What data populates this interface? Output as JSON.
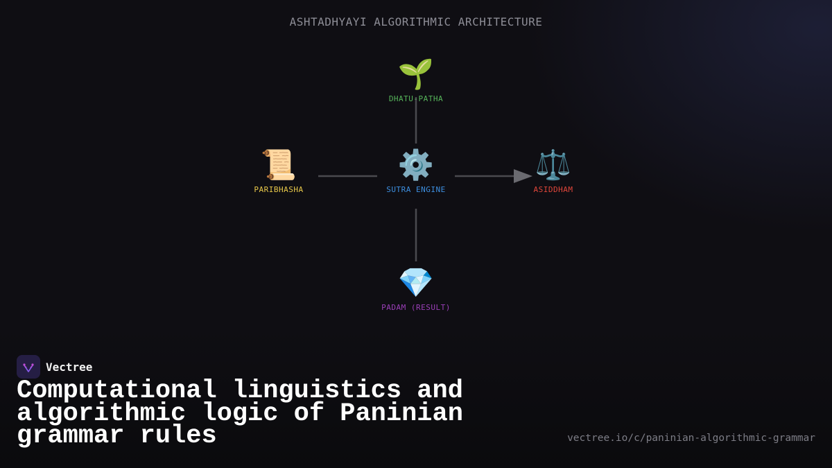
{
  "diagram": {
    "title": "ASHTADHYAYI ALGORITHMIC ARCHITECTURE",
    "nodes": {
      "dhatu": {
        "label": "DHATU-PATHA",
        "glyph": "🌱",
        "color": "#56b45a"
      },
      "pari": {
        "label": "PARIBHASHA",
        "glyph": "📜",
        "color": "#e8c84a"
      },
      "sutra": {
        "label": "SUTRA ENGINE",
        "glyph": "⚙️",
        "color": "#3d8fe0"
      },
      "asid": {
        "label": "ASIDDHAM",
        "glyph": "⚖️",
        "color": "#e0463a"
      },
      "padam": {
        "label": "PADAM (RESULT)",
        "glyph": "💎",
        "color": "#9b3fb8"
      }
    },
    "edges": [
      {
        "from": "dhatu",
        "to": "sutra",
        "arrow": false
      },
      {
        "from": "pari",
        "to": "sutra",
        "arrow": false
      },
      {
        "from": "sutra",
        "to": "asid",
        "arrow": true
      },
      {
        "from": "sutra",
        "to": "padam",
        "arrow": false
      }
    ]
  },
  "brand": {
    "name": "Vectree",
    "logo_icon": "vectree-logo-icon"
  },
  "headline": "Computational linguistics and algorithmic logic of Paninian grammar rules",
  "url": "vectree.io/c/paninian-algorithmic-grammar"
}
